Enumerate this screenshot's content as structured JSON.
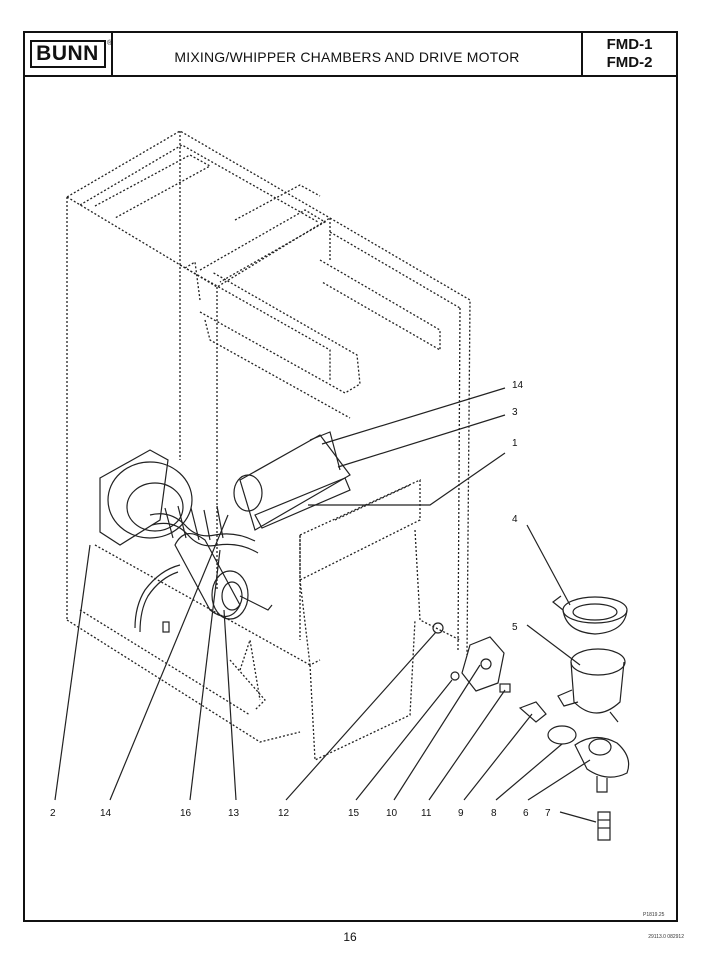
{
  "header": {
    "brand": "BUNN",
    "brand_mark": "®",
    "title": "MIXING/WHIPPER CHAMBERS AND DRIVE MOTOR",
    "models": [
      "FMD-1",
      "FMD-2"
    ]
  },
  "callouts_right": [
    "14",
    "3",
    "1",
    "4",
    "5"
  ],
  "callouts_bottom": [
    "2",
    "14",
    "16",
    "13",
    "12",
    "15",
    "10",
    "11",
    "9",
    "8",
    "6",
    "7"
  ],
  "drawing_code": "P1819.25",
  "footer": {
    "page_number": "16",
    "doc_code": "29113.0 082912"
  }
}
